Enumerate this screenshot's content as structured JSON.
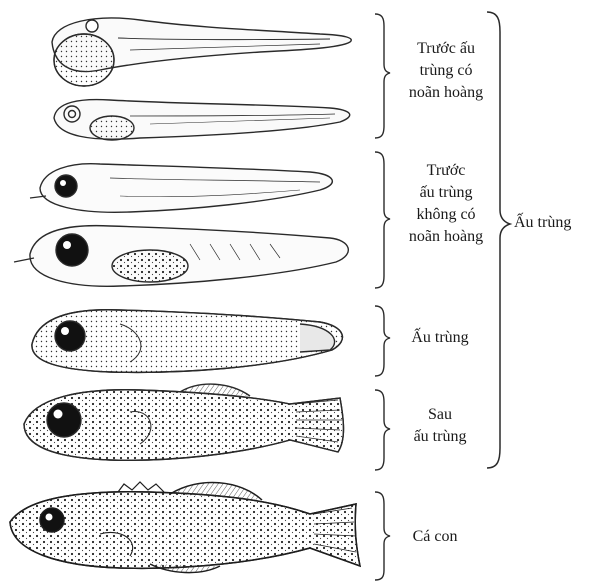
{
  "stages": [
    {
      "lines": [
        "Trước ấu",
        "trùng có",
        "noãn hoàng"
      ]
    },
    {
      "lines": [
        "Trước",
        "ấu trùng",
        "không có",
        "noãn hoàng"
      ]
    },
    {
      "lines": [
        "Ấu trùng"
      ]
    },
    {
      "lines": [
        "Sau",
        "ấu trùng"
      ]
    },
    {
      "lines": [
        "Cá con"
      ]
    }
  ],
  "group_label": "Ấu trùng",
  "figures": [
    "yolk-sac-larva-icon",
    "yolk-sac-larva-late-icon",
    "preflexion-larva-icon",
    "preflexion-larva-large-icon",
    "larva-icon",
    "postlarva-icon",
    "juvenile-fish-icon"
  ],
  "colors": {
    "ink": "#1a1a1a",
    "stroke": "#2a2a2a"
  }
}
